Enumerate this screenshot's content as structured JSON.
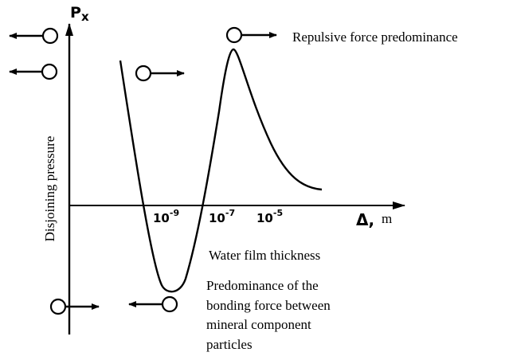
{
  "chart_data": {
    "type": "line",
    "title": "",
    "xlabel": "Water film thickness",
    "ylabel": "Disjoining pressure",
    "y_axis_symbol": "P",
    "y_axis_subscript": "x",
    "x_axis_symbol": "Δ,",
    "x_axis_unit": "m",
    "x_scale": "log",
    "x_ticks": [
      {
        "value": 1e-09,
        "base": "10",
        "exp": "-9"
      },
      {
        "value": 1e-07,
        "base": "10",
        "exp": "-7"
      },
      {
        "value": 1e-05,
        "base": "10",
        "exp": "-5"
      }
    ],
    "grid": false,
    "legend": "none",
    "annotations": [
      {
        "text": "Repulsive force predominance",
        "region": "upper-right"
      },
      {
        "lines": [
          "Predominance of the",
          "bonding force between",
          "mineral component",
          "particles"
        ],
        "region": "lower-center"
      }
    ],
    "particle_icons": [
      {
        "name": "left-top-repel-particle",
        "arrow": "left"
      },
      {
        "name": "left-mid-repel-particle",
        "arrow": "left"
      },
      {
        "name": "mid-repel-particle",
        "arrow": "right"
      },
      {
        "name": "peak-repel-particle",
        "arrow": "right"
      },
      {
        "name": "bottom-left-attract-particle",
        "arrow": "right"
      },
      {
        "name": "bottom-center-attract-particle",
        "arrow": "left"
      }
    ],
    "colors": {
      "line": "#000000",
      "background": "#ffffff"
    }
  }
}
